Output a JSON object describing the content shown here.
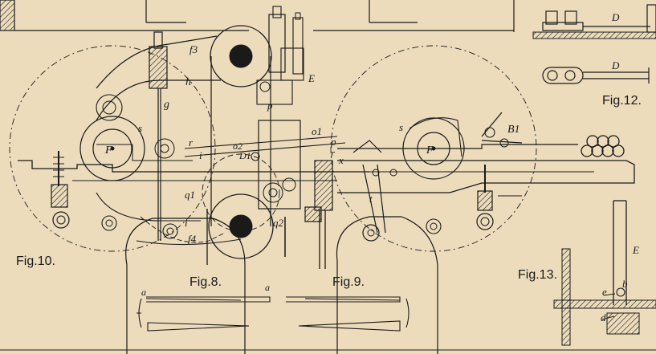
{
  "figures": {
    "fig8": "Fig.8.",
    "fig9": "Fig.9.",
    "fig10": "Fig.10.",
    "fig12": "Fig.12.",
    "fig13": "Fig.13."
  },
  "letters": {
    "F_left": "F",
    "F_right": "F",
    "f3": "f3",
    "f4": "f4",
    "g": "g",
    "h": "h",
    "s_left": "s",
    "s_right": "s",
    "r": "r",
    "r_right": "r",
    "i_left": "i",
    "i_lower": "i",
    "q1": "q1",
    "q2": "q2",
    "E_top": "E",
    "E_fig13": "E",
    "p": "p",
    "p_mid": "p",
    "o1": "o1",
    "o2": "o2",
    "D1": "D1",
    "x": "x",
    "t": "t",
    "B1": "B1",
    "D_top": "D",
    "D_mid": "D",
    "a_left": "a",
    "a_right": "a",
    "e": "e",
    "b": "b",
    "d": "d"
  },
  "colors": {
    "paper": "#ecdcbc",
    "ink": "#1a1a1a"
  }
}
